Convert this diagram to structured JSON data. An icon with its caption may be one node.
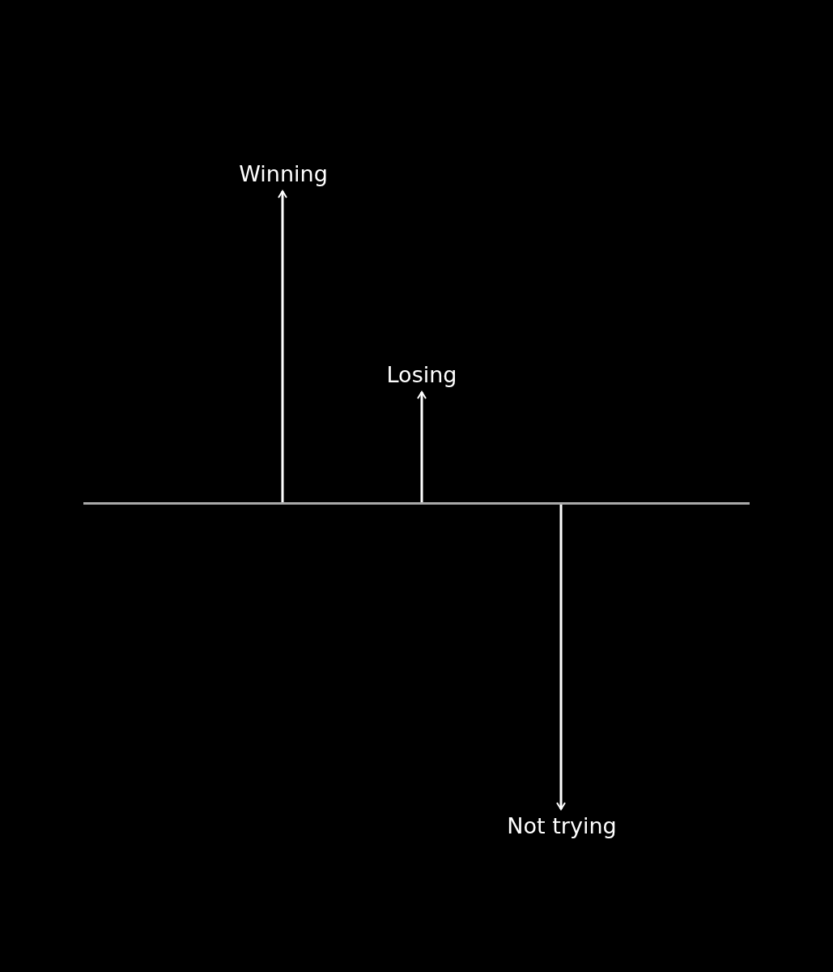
{
  "diagram": {
    "nodes": [
      {
        "text": [],
        "shape": "bar"
      },
      {
        "text": [
          "Winning"
        ]
      },
      {
        "text": [
          "Losing"
        ]
      },
      {
        "text": [
          "Not trying"
        ]
      }
    ],
    "edges": [
      {
        "from": 0,
        "to": 1,
        "arrow": "to"
      },
      {
        "from": 0,
        "to": 2,
        "arrow": "to"
      },
      {
        "from": 0,
        "to": 3,
        "arrow": "to"
      }
    ]
  }
}
